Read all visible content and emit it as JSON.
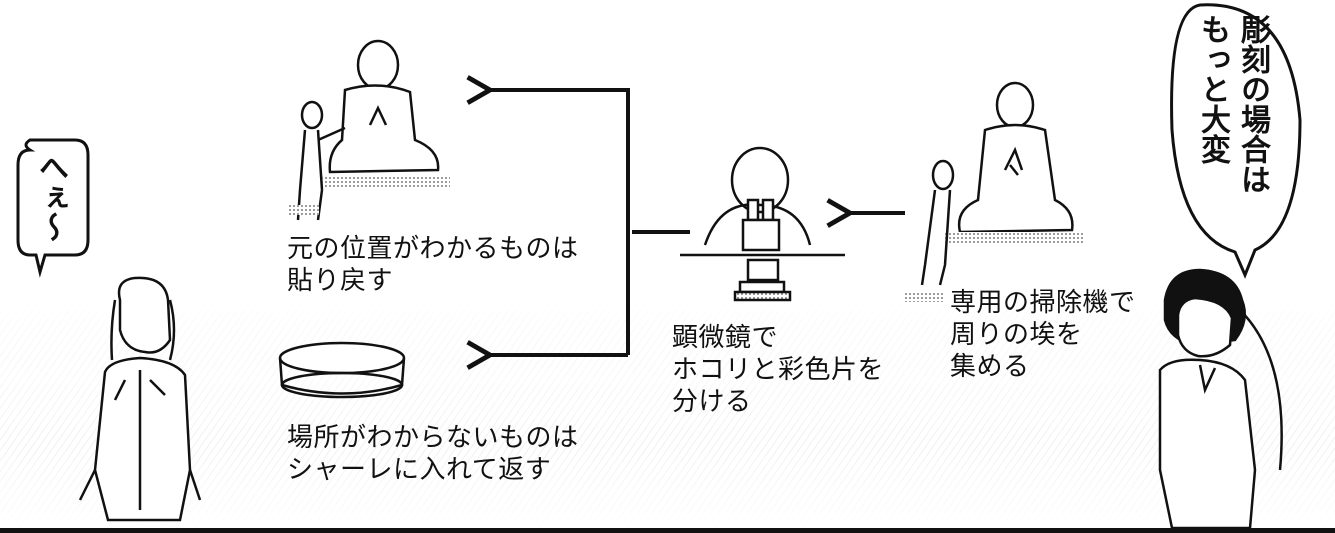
{
  "speech": {
    "left_bubble": "へぇ〜",
    "right_bubble_col1": "彫刻の場合は",
    "right_bubble_col2": "もっと大変"
  },
  "steps": {
    "collect": "専用の掃除機で\n周りの埃を\n集める",
    "microscope": "顕微鏡で\nホコリと彩色片を\n分ける",
    "reattach": "元の位置がわかるものは\n貼り戻す",
    "petri": "場所がわからないものは\nシャーレに入れて返す"
  }
}
